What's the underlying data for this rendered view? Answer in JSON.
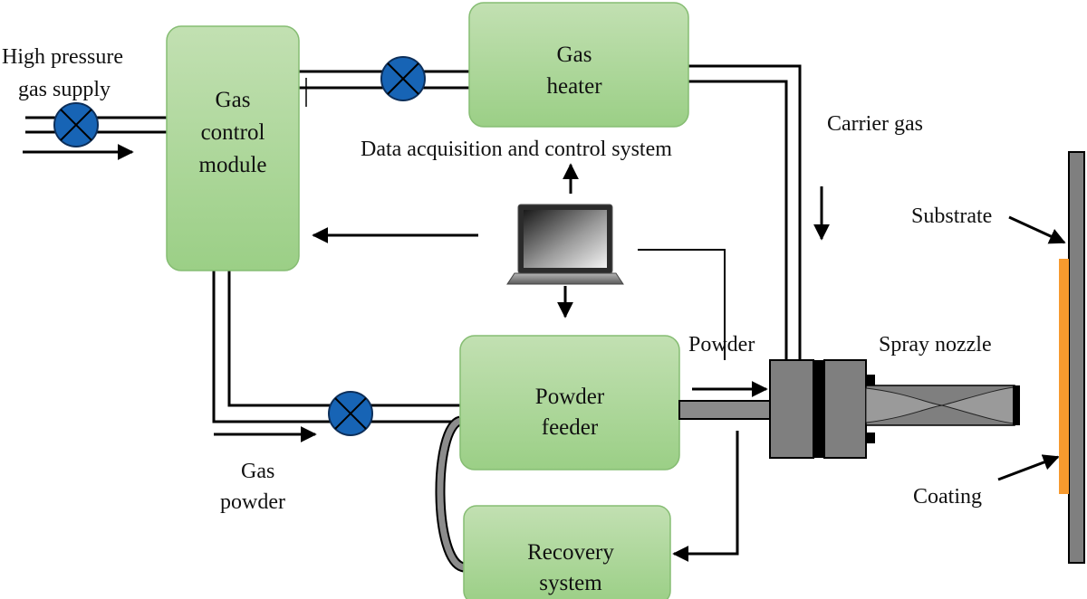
{
  "colors": {
    "box_fill_top": "#c2e0b2",
    "box_fill_bottom": "#9bcf86",
    "box_stroke": "#86bd73",
    "valve_fill": "#1764b5",
    "nozzle_gray": "#7f7f7f",
    "coating_orange": "#f79a2e",
    "line_black": "#000000"
  },
  "boxes": {
    "gas_control": {
      "lines": [
        "Gas",
        "control",
        "module"
      ]
    },
    "gas_heater": {
      "lines": [
        "Gas",
        "heater"
      ]
    },
    "powder_feeder": {
      "lines": [
        "Powder",
        "feeder"
      ]
    },
    "recovery": {
      "lines": [
        "Recovery",
        "system"
      ]
    }
  },
  "labels": {
    "high_pressure": [
      "High pressure",
      "gas supply"
    ],
    "daq": "Data acquisition and control system",
    "carrier_gas": "Carrier gas",
    "substrate": "Substrate",
    "powder": "Powder",
    "spray_nozzle": "Spray nozzle",
    "coating": "Coating",
    "gas_powder": [
      "Gas",
      "powder"
    ]
  },
  "icons": {
    "valve": "valve-icon",
    "computer": "laptop-icon"
  }
}
